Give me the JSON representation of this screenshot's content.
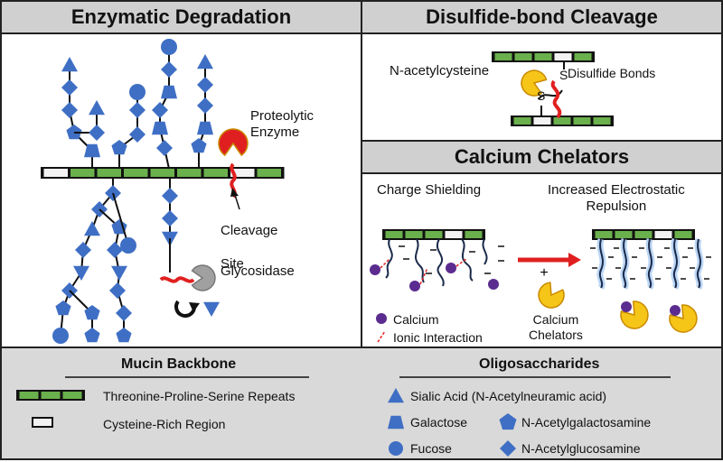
{
  "panels": {
    "enzymatic": {
      "title": "Enzymatic Degradation",
      "proteolytic_enzyme": "Proteolytic\nEnzyme",
      "cleavage_site": "Cleavage\nSite",
      "glycosidase": "Glycosidase"
    },
    "disulfide": {
      "title": "Disulfide-bond Cleavage",
      "nac": "N-acetylcysteine",
      "disulfide_bonds": "Disulfide Bonds",
      "s_letter": "S"
    },
    "calcium": {
      "title": "Calcium Chelators",
      "charge_shielding": "Charge Shielding",
      "increased_repulsion": "Increased Electrostatic\nRepulsion",
      "calcium": "Calcium",
      "ionic_interaction": "Ionic Interaction",
      "calcium_chelators": "Calcium\nChelators",
      "plus": "+",
      "minus": "–"
    }
  },
  "legend": {
    "mucin_title": "Mucin Backbone",
    "oligo_title": "Oligosaccharides",
    "tps_repeats": "Threonine-Proline-Serine Repeats",
    "cysteine_rich": "Cysteine-Rich Region",
    "sialic_acid": "Sialic Acid (N-Acetylneuramic acid)",
    "galactose": "Galactose",
    "fucose": "Fucose",
    "galnac": "N-Acetylgalactosamine",
    "glcnac": "N-Acetylglucosamine"
  },
  "colors": {
    "green": "#6ab04c",
    "blue": "#3f6fc4",
    "yellow": "#f5c518",
    "red": "#e02020",
    "purple": "#5b2c8f",
    "gray": "#a0a0a0"
  }
}
